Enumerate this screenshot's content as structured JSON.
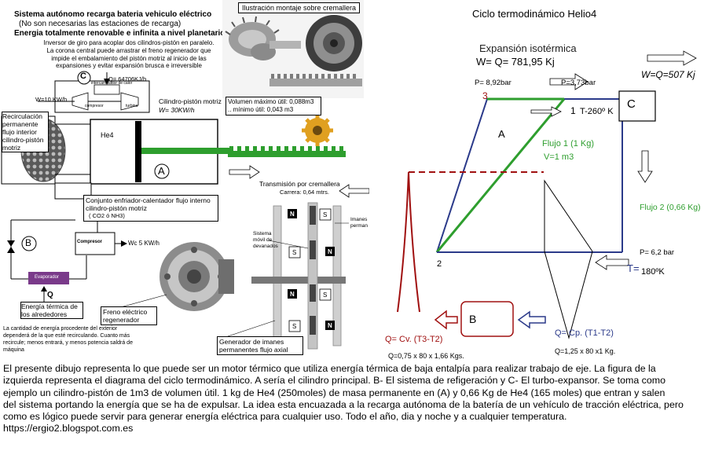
{
  "header": {
    "title": "Sistema autónomo recarga bateria vehiculo eléctrico",
    "subtitle": "(No son necesarias las estaciones de recarga)",
    "tagline": "Energia totalmente renovable e infinita a nivel planetario"
  },
  "illustration_caption": "Ilustración montaje sobre cremallera",
  "inverter_note": "Inversor de giro para acoplar dos cilindros-pistón en paralelo. La corona central puede arrastrar el freno regenerador que impide el  embalamiento del pistón motriz al inicio de las expansiones y evitar expansión brusca e irreversible",
  "left": {
    "label_c": "C",
    "q_c": "Q= 64706KJ/h",
    "w_turbine": "W=10 KW/h",
    "intercambiador": "intercambiador de calor",
    "compresor_small": "compresor",
    "turbina_small": "turbina",
    "recirc": "Recirculación permanente flujo interior cilindro-pistón motriz",
    "he4": "He4",
    "cylinder_title": "Cilindro-pistón motriz",
    "cylinder_w": "W= 30KW/h",
    "vol_max": "Volumen máximo útil: 0,088m3",
    "vol_min": "..        mínimo  útil: 0,043 m3",
    "label_a": "A",
    "rack_title": "Transmisión por cremallera",
    "rack_stroke": "Carrera: 0,64 mtrs.",
    "cooler": "Conjunto enfriador-calentador flujo interno cilindro-pistón motriz",
    "cooler_gas": "( CO2 ó NH3)",
    "label_b": "B",
    "compresor": "Compresor",
    "wc": "Wc 5 KW/h",
    "evaporador": "Evaporador",
    "q_evap": "Q",
    "thermal_energy": "Energía térmica de los alrededores",
    "note": "La cantidad de energía procedente del exterior dependerá de la que esté recirculando. Cuanto más recircule; menos entrará, y menos potencia saldrá de máquina",
    "brake": "Freno eléctrico regenerador",
    "generator": "Generador de imanes permanentes flujo axial",
    "sistema_movil": "Sistema móvil de devanados",
    "imanes": "Imanes perman",
    "magnet_n": "N",
    "magnet_s": "S"
  },
  "right": {
    "title": "Ciclo termodinámico Helio4",
    "expansion_title": "Expansión isotérmica",
    "expansion_w": "W= Q= 781,95 Kj",
    "w_out": "W=Q=507 Kj",
    "p3": "P= 8,92bar",
    "p1": "P=3,73bar",
    "pt3": "3",
    "pt1": "1",
    "t1": "T-260º K",
    "box_c": "C",
    "region_a": "A",
    "flujo1": "Flujo 1 (1 Kg)",
    "v1": "V=1 m3",
    "flujo2": "Flujo 2 (0,66 Kg)",
    "p2": "P= 6,2 bar",
    "pt2": "2",
    "t_label": "T=",
    "t2": "180ºK",
    "box_b": "B",
    "qcv": "Q= Cv. (T3-T2)",
    "qcv_val": "Q=0,75 x 80 x 1,66 Kgs.",
    "qcp": "Q= Cp. (T1-T2)",
    "qcp_val": "Q=1,25 x 80 x1 Kg."
  },
  "description": [
    "El presente dibujo representa lo que puede ser un motor térmico que utiliza energía térmica de baja entalpía para realizar trabajo de eje. La figura de la",
    "izquierda representa el diagrama del ciclo termodinámico. A sería el cilindro principal. B- El sistema de refigeración y C- El turbo-expansor. Se toma como",
    "ejemplo un cilindro-pistón de 1m3 de volumen útil. 1 kg de He4 (250moles) de masa permanente en (A) y 0,66 Kg de He4 (165 moles) que entran y salen",
    "del sistema portando la energía que se ha de expulsar. La idea esta encuazada a la recarga autónoma de la batería de un vehículo de tracción eléctrica, pero",
    "como es lógico puede servir para generar energía eléctrica para cualquier uso. Todo el año, dia y noche y a cualquier temperatura."
  ],
  "url": "https://ergio2.blogspot.com.es"
}
